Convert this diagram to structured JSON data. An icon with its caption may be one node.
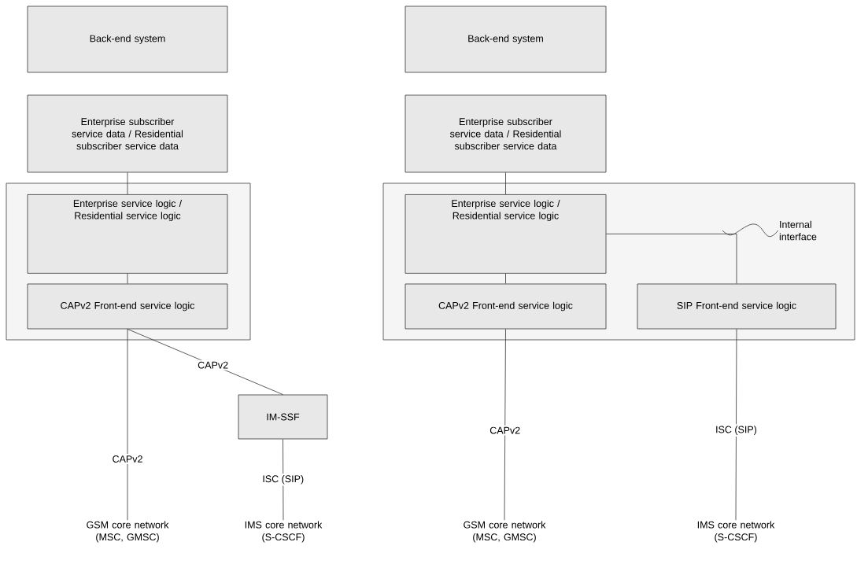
{
  "diagram": {
    "nodes": [
      {
        "text": [
          "Back-end system"
        ]
      },
      {
        "text": [
          "Enterprise subscriber service data / Residential subscriber service data"
        ]
      },
      {
        "text": [],
        "shape": "box"
      },
      {
        "text": [
          "Enterprise service logic / Residential service logic"
        ],
        "in": 2
      },
      {
        "text": [
          "CAPv2 Front-end service logic"
        ],
        "in": 2
      },
      {
        "text": [
          "IM-SSF"
        ]
      },
      {
        "text": [
          "GSM core network (MSC, GMSC)"
        ]
      },
      {
        "text": [
          "IMS core network (S-CSCF)"
        ]
      },
      {
        "text": [
          "Back-end system"
        ]
      },
      {
        "text": [
          "Enterprise subscriber service data / Residential subscriber service data"
        ]
      },
      {
        "text": [],
        "shape": "box"
      },
      {
        "text": [
          "Enterprise service logic / Residential service logic"
        ],
        "in": 10
      },
      {
        "text": [
          "CAPv2 Front-end service logic"
        ],
        "in": 10
      },
      {
        "text": [
          "SIP Front-end service logic"
        ],
        "in": 10
      },
      {
        "text": [
          "GSM core network (MSC, GMSC)"
        ]
      },
      {
        "text": [
          "IMS core network (S-CSCF)"
        ]
      },
      {
        "text": [
          "Internal interface"
        ],
        "in": 10
      }
    ],
    "edges": [
      {
        "from": 1,
        "to": 3,
        "arrow": "none"
      },
      {
        "from": 3,
        "to": 4,
        "arrow": "none"
      },
      {
        "from": 4,
        "to": 6,
        "arrow": "none",
        "label": "CAPv2"
      },
      {
        "from": 4,
        "to": 5,
        "arrow": "none",
        "label": "CAPv2"
      },
      {
        "from": 5,
        "to": 7,
        "arrow": "none",
        "label": "ISC (SIP)"
      },
      {
        "from": 9,
        "to": 11,
        "arrow": "none"
      },
      {
        "from": 11,
        "to": 12,
        "arrow": "none"
      },
      {
        "from": 11,
        "to": 13,
        "arrow": "none"
      },
      {
        "from": 12,
        "to": 14,
        "arrow": "none",
        "label": "CAPv2"
      },
      {
        "from": 13,
        "to": 15,
        "arrow": "none",
        "label": "ISC (SIP)"
      },
      {
        "from": 16,
        "to": null,
        "arrow": "none"
      }
    ]
  }
}
